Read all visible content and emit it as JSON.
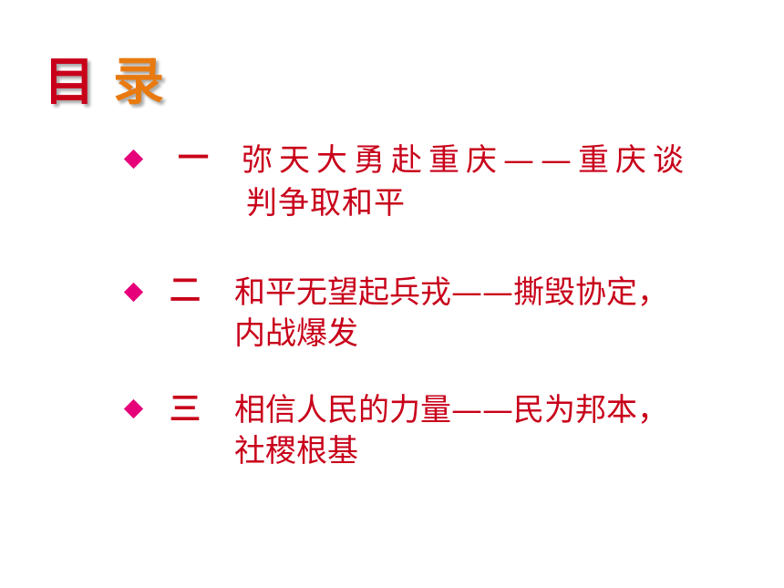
{
  "title": {
    "char1": "目",
    "char2": "录"
  },
  "colors": {
    "text_red": "#c8001a",
    "title_orange": "#e87a10",
    "bullet_magenta": "#e6007a"
  },
  "items": [
    {
      "number": "一",
      "line1": "弥天大勇赴重庆——重庆谈",
      "line2": "判争取和平"
    },
    {
      "number": "二",
      "line1": "和平无望起兵戎——撕毁协定，",
      "line2": "内战爆发"
    },
    {
      "number": "三",
      "line1": "相信人民的力量——民为邦本，",
      "line2": "社稷根基"
    }
  ]
}
